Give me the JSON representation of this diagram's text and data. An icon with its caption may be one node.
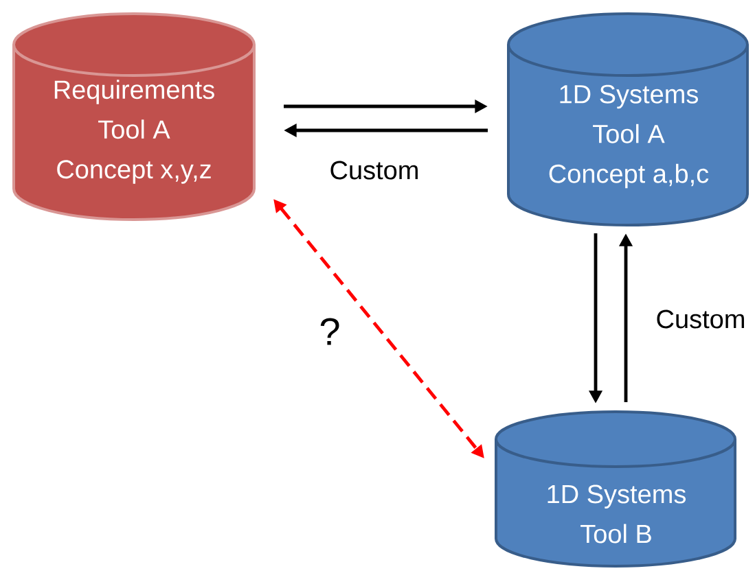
{
  "diagram": {
    "nodes": [
      {
        "text": [
          "Requirements",
          "Tool A",
          "Concept x,y,z"
        ]
      },
      {
        "text": [
          "1D Systems",
          "Tool A",
          "Concept a,b,c"
        ]
      },
      {
        "text": [
          "1D Systems",
          "Tool B"
        ]
      }
    ],
    "edges": [
      {
        "from": 0,
        "to": 1,
        "arrow": "to"
      },
      {
        "from": 1,
        "to": 0,
        "arrow": "to",
        "label": "Custom"
      },
      {
        "from": 1,
        "to": 2,
        "arrow": "to"
      },
      {
        "from": 2,
        "to": 1,
        "arrow": "to",
        "label": "Custom"
      },
      {
        "from": 0,
        "to": 2,
        "arrow": "both",
        "label": "?",
        "style": "dashed",
        "color": "#ff0000"
      }
    ]
  }
}
